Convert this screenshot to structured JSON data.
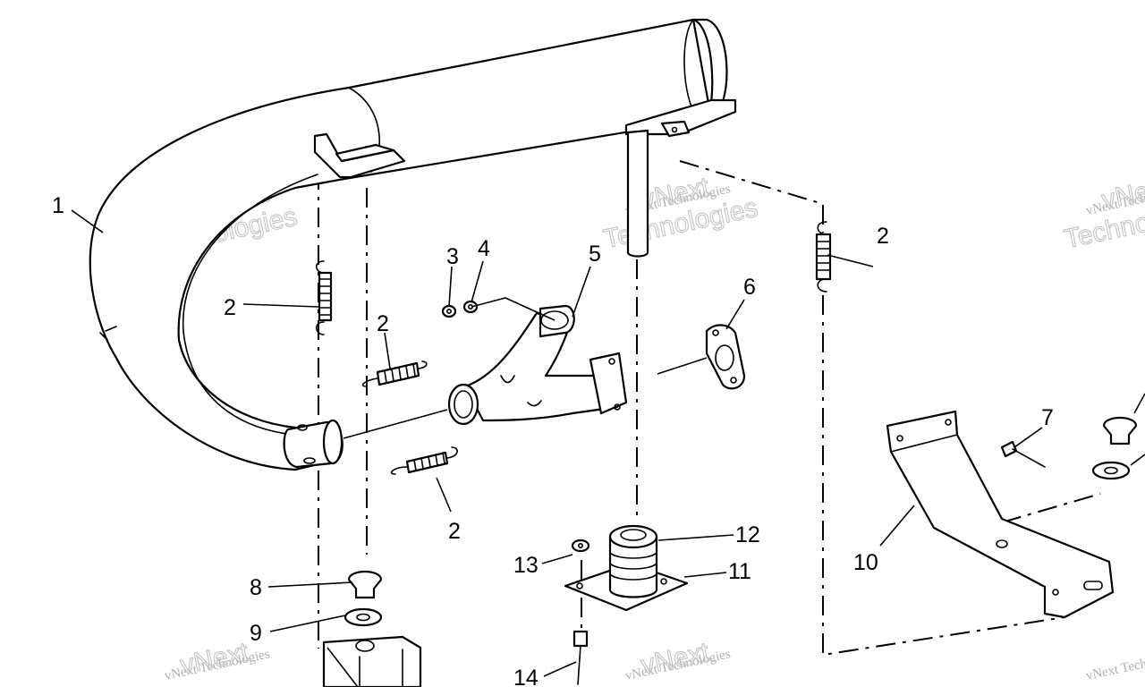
{
  "callouts": [
    {
      "id": "1",
      "label": "1"
    },
    {
      "id": "2a",
      "label": "2"
    },
    {
      "id": "2b",
      "label": "2"
    },
    {
      "id": "2c",
      "label": "2"
    },
    {
      "id": "2d",
      "label": "2"
    },
    {
      "id": "3",
      "label": "3"
    },
    {
      "id": "4",
      "label": "4"
    },
    {
      "id": "5",
      "label": "5"
    },
    {
      "id": "6",
      "label": "6"
    },
    {
      "id": "7",
      "label": "7"
    },
    {
      "id": "8",
      "label": "8"
    },
    {
      "id": "9",
      "label": "9"
    },
    {
      "id": "10",
      "label": "10"
    },
    {
      "id": "11",
      "label": "11"
    },
    {
      "id": "12",
      "label": "12"
    },
    {
      "id": "13",
      "label": "13"
    },
    {
      "id": "14",
      "label": "14"
    }
  ],
  "watermark": {
    "line_small": "vNext Technologies",
    "line_big_1": "vNext",
    "line_big_2": "Technologies"
  }
}
